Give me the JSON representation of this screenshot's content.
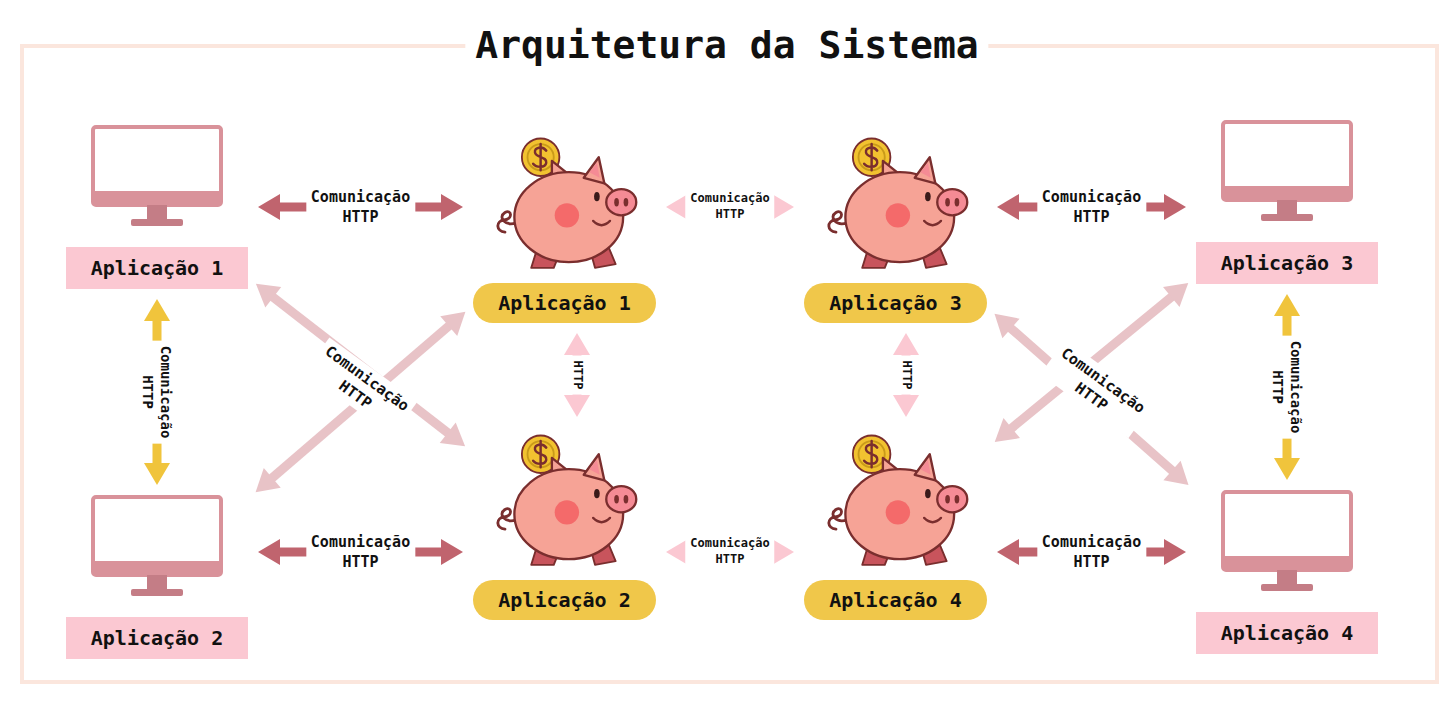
{
  "diagram": {
    "title": "Arquitetura da Sistema",
    "nodes": [
      {
        "text": [
          "Aplicação 1"
        ]
      },
      {
        "text": [
          "Aplicação 1"
        ]
      },
      {
        "text": [
          "Aplicação 3"
        ]
      },
      {
        "text": [
          "Aplicação 3"
        ]
      },
      {
        "text": [
          "Aplicação 2"
        ]
      },
      {
        "text": [
          "Aplicação 2"
        ]
      },
      {
        "text": [
          "Aplicação 4"
        ]
      },
      {
        "text": [
          "Aplicação 4"
        ]
      }
    ],
    "edges": [
      {
        "from": 0,
        "to": 1,
        "arrow": "both",
        "label": "Comunicação HTTP"
      },
      {
        "from": 1,
        "to": 2,
        "arrow": "both",
        "label": "Comunicação HTTP"
      },
      {
        "from": 2,
        "to": 3,
        "arrow": "both",
        "label": "Comunicação HTTP"
      },
      {
        "from": 0,
        "to": 4,
        "arrow": "both",
        "label": "Comunicação HTTP"
      },
      {
        "from": 0,
        "to": 5,
        "arrow": "both",
        "label": "Comunicação HTTP"
      },
      {
        "from": 4,
        "to": 1,
        "arrow": "both"
      },
      {
        "from": 1,
        "to": 5,
        "arrow": "both",
        "label": "HTTP"
      },
      {
        "from": 2,
        "to": 6,
        "arrow": "both",
        "label": "HTTP"
      },
      {
        "from": 2,
        "to": 7,
        "arrow": "both",
        "label": "Comunicação HTTP"
      },
      {
        "from": 3,
        "to": 6,
        "arrow": "both"
      },
      {
        "from": 3,
        "to": 7,
        "arrow": "both",
        "label": "Comunicação HTTP"
      },
      {
        "from": 4,
        "to": 5,
        "arrow": "both",
        "label": "Comunicação HTTP"
      },
      {
        "from": 5,
        "to": 6,
        "arrow": "both",
        "label": "Comunicação HTTP"
      },
      {
        "from": 6,
        "to": 7,
        "arrow": "both",
        "label": "Comunicação HTTP"
      }
    ]
  }
}
